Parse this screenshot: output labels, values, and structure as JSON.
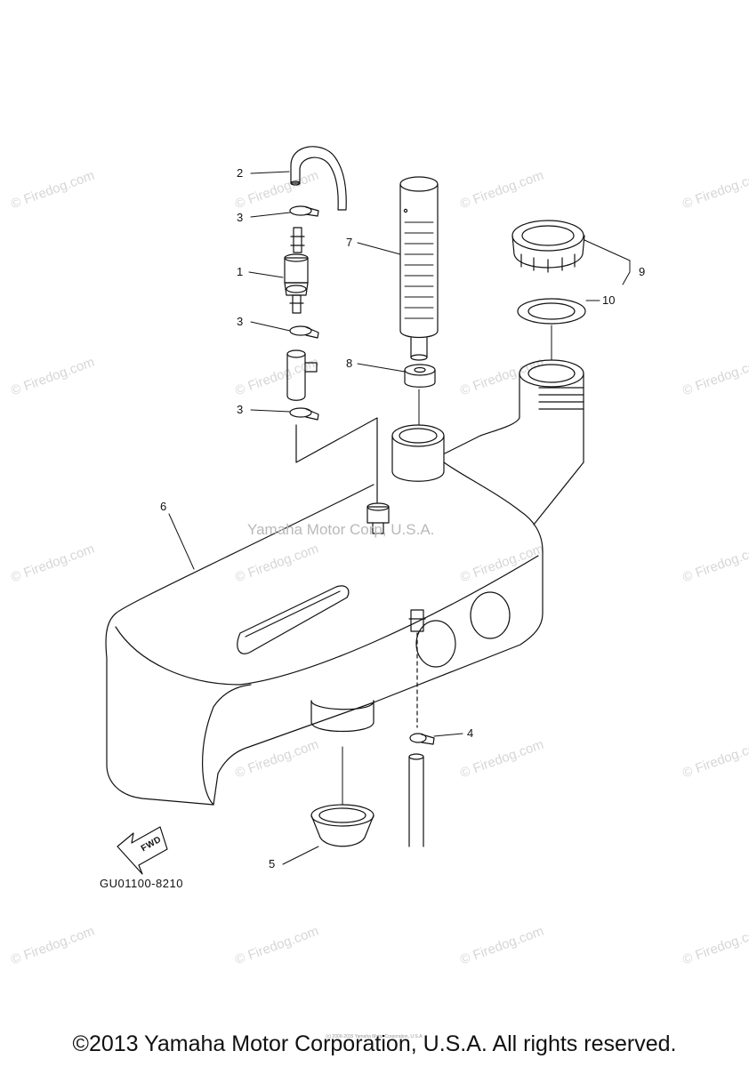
{
  "watermark": {
    "text": "© Firedog.com"
  },
  "overlay_watermark": "Yamaha Motor Corp, U.S.A.",
  "callouts": {
    "c1": "1",
    "c2": "2",
    "c3a": "3",
    "c3b": "3",
    "c3c": "3",
    "c4": "4",
    "c5": "5",
    "c6": "6",
    "c7": "7",
    "c8": "8",
    "c9": "9",
    "c10": "10"
  },
  "fwd_label": "FWD",
  "diagram_code": "GU01100-8210",
  "tiny_notice": "(c) 2009-2015 Yamaha Motor Corporation, U.S.A.",
  "copyright": "©2013 Yamaha Motor Corporation, U.S.A. All rights reserved."
}
